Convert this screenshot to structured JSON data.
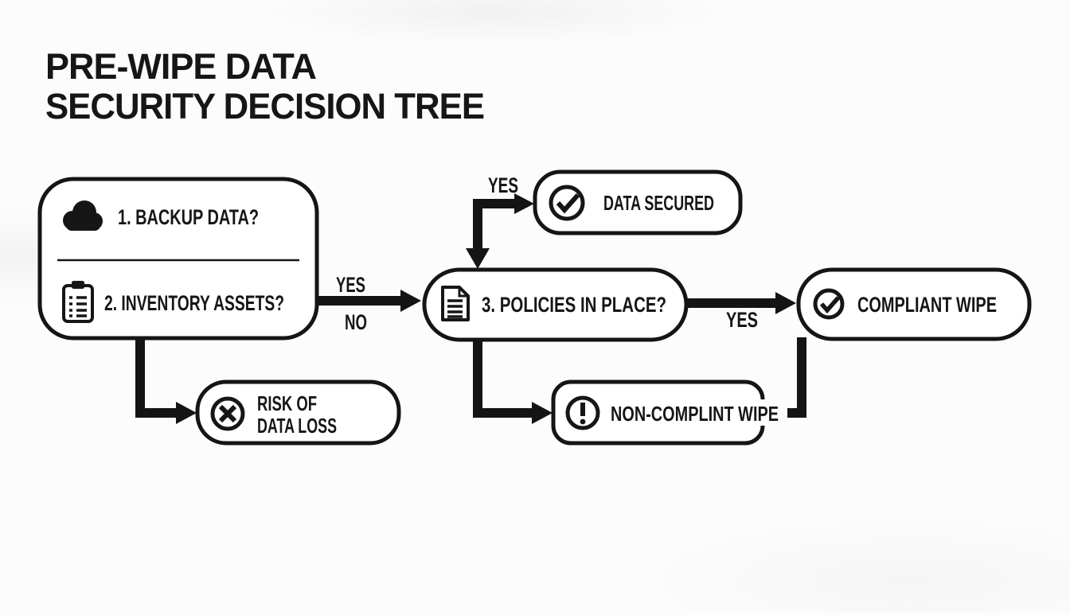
{
  "title": {
    "line1": "PRE-WIPE DATA",
    "line2": "SECURITY DECISION TREE"
  },
  "nodes": {
    "assessment": {
      "item1": {
        "icon": "cloud-icon",
        "label": "1. BACKUP DATA?"
      },
      "item2": {
        "icon": "clipboard-icon",
        "label": "2. INVENTORY ASSETS?"
      }
    },
    "data_secured": {
      "icon": "check-circle-icon",
      "label": "DATA SECURED"
    },
    "policies": {
      "icon": "document-icon",
      "label": "3. POLICIES IN PLACE?"
    },
    "compliant_wipe": {
      "icon": "check-circle-icon",
      "label": "COMPLIANT WIPE"
    },
    "non_compliant_wipe": {
      "icon": "exclamation-circle-icon",
      "label": "NON-COMPLINT WIPE"
    },
    "risk_of_data_loss": {
      "icon": "x-circle-icon",
      "label_line1": "RISK OF",
      "label_line2": "DATA LOSS"
    }
  },
  "edge_labels": {
    "assessment_to_policies_yes": "YES",
    "assessment_to_policies_no": "NO",
    "policies_to_data_secured": "YES",
    "policies_to_compliant_wipe": "YES"
  },
  "colors": {
    "ink": "#161616",
    "background": "#fcfcfc",
    "node_fill": "#ffffff"
  }
}
